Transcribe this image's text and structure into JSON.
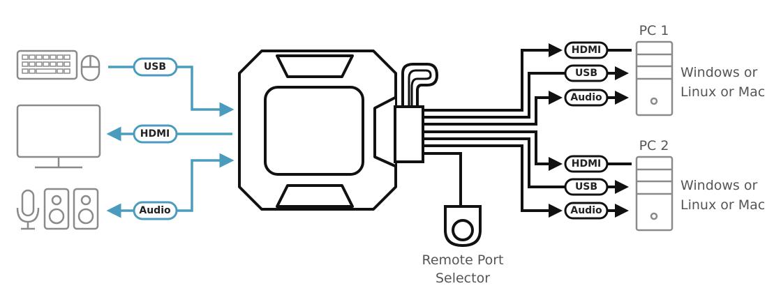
{
  "colors": {
    "console_cable": "#4a9bbd",
    "pc_cable": "#111111",
    "device": "#8a8a8a"
  },
  "console": {
    "usb_label": "USB",
    "hdmi_label": "HDMI",
    "audio_label": "Audio"
  },
  "pcs": [
    {
      "title": "PC 1",
      "os_line1": "Windows or",
      "os_line2": "Linux or Mac",
      "hdmi_label": "HDMI",
      "usb_label": "USB",
      "audio_label": "Audio"
    },
    {
      "title": "PC 2",
      "os_line1": "Windows or",
      "os_line2": "Linux or Mac",
      "hdmi_label": "HDMI",
      "usb_label": "USB",
      "audio_label": "Audio"
    }
  ],
  "remote": {
    "line1": "Remote Port",
    "line2": "Selector"
  }
}
